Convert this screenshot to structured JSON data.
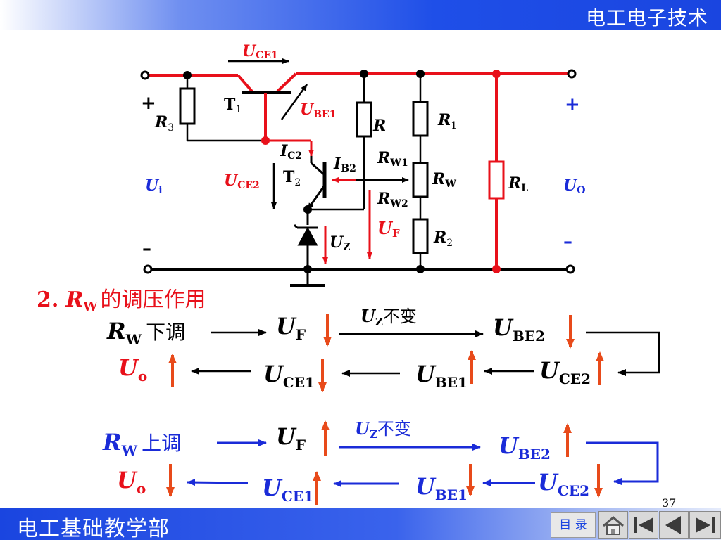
{
  "header": {
    "title": "电工电子技术"
  },
  "footer": {
    "title": "电工基础教学部",
    "page": "37",
    "toc_label": "目 录"
  },
  "circuit": {
    "uce1": {
      "main": "U",
      "sub": "CE1"
    },
    "t1": {
      "main": "T",
      "sub": "1"
    },
    "ube1": {
      "main": "U",
      "sub": "BE1"
    },
    "plus_in": "+",
    "plus_out": "+",
    "r3": {
      "main": "R",
      "sub": "3"
    },
    "r": {
      "main": "R"
    },
    "r1": {
      "main": "R",
      "sub": "1"
    },
    "ic2": {
      "main": "I",
      "sub": "C2"
    },
    "ib2": {
      "main": "I",
      "sub": "B2"
    },
    "rw1": {
      "main": "R",
      "sub": "W1"
    },
    "uce2": {
      "main": "U",
      "sub": "CE2"
    },
    "t2": {
      "main": "T",
      "sub": "2"
    },
    "rw": {
      "main": "R",
      "sub": "W"
    },
    "rl": {
      "main": "R",
      "sub": "L"
    },
    "ui": {
      "main": "U",
      "sub": "i"
    },
    "uo_out": {
      "main": "U",
      "sub": "O"
    },
    "rw2": {
      "main": "R",
      "sub": "W2"
    },
    "uf": {
      "main": "U",
      "sub": "F"
    },
    "uz": {
      "main": "U",
      "sub": "Z"
    },
    "r2": {
      "main": "R",
      "sub": "2"
    },
    "minus_in": "–",
    "minus_out": "–"
  },
  "heading": {
    "num": "2.",
    "r": "R",
    "rsub": "W",
    "text": "的调压作用"
  },
  "down": {
    "rw": {
      "main": "R",
      "sub": "W",
      "action": "下调"
    },
    "uf": {
      "main": "U",
      "sub": "F"
    },
    "uz_note": {
      "main": "U",
      "sub": "Z",
      "text": "不变"
    },
    "ube2": {
      "main": "U",
      "sub": "BE2"
    },
    "uo": {
      "main": "U",
      "sub": "o"
    },
    "uce1": {
      "main": "U",
      "sub": "CE1"
    },
    "ube1": {
      "main": "U",
      "sub": "BE1"
    },
    "uce2": {
      "main": "U",
      "sub": "CE2"
    }
  },
  "up": {
    "rw": {
      "main": "R",
      "sub": "W",
      "action": "上调"
    },
    "uf": {
      "main": "U",
      "sub": "F"
    },
    "uz_note": {
      "main": "U",
      "sub": "Z",
      "text": "不变"
    },
    "ube2": {
      "main": "U",
      "sub": "BE2"
    },
    "uo": {
      "main": "U",
      "sub": "o"
    },
    "uce1": {
      "main": "U",
      "sub": "CE1"
    },
    "ube1": {
      "main": "U",
      "sub": "BE1"
    },
    "uce2": {
      "main": "U",
      "sub": "CE2"
    }
  },
  "colors": {
    "red": "#e8101a",
    "blue": "#1a2bd8",
    "arrow": "#e84a1a",
    "header_blue": "#1a45e0"
  }
}
